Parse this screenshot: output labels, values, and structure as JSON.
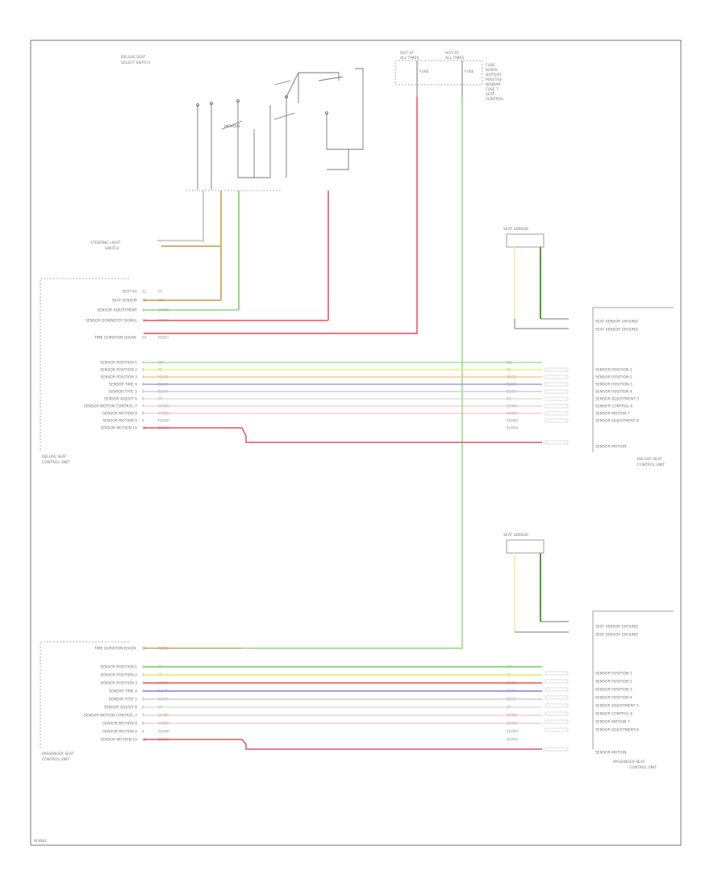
{
  "colors": {
    "green": "#8fdc7a",
    "yellow": "#eeee86",
    "orange": "#f7c98c",
    "blue": "#9d9df5",
    "gray": "#cfcfcf",
    "red": "#f07880",
    "pink": "#f3b6bc",
    "tan": "#d9b06a",
    "dark_green": "#4e9a3b"
  },
  "labels": {
    "top_switch": [
      "DELUXE SEAT",
      "SELECT SWITCH"
    ],
    "mem_switch": "MEMORY",
    "hot_left": [
      "HOT AT",
      "ALL TIMES"
    ],
    "hot_right": [
      "HOT AT",
      "ALL TIMES"
    ],
    "fuse_left": "FUSE",
    "fuse_right": "FUSE",
    "fuse_note": [
      "FUSE",
      "BLOCK",
      "BATTERY",
      "POSITIVE",
      "BUSBAR",
      "FUSE 7",
      "SEAT",
      "CONTROL"
    ],
    "ground_top": "SEAT SENSOR",
    "ground_bottom": "SEAT SENSOR",
    "steering_lamp": [
      "STEERING LIGHT",
      "SWITCH"
    ],
    "ctrl_top_name": [
      "DELUXE SEAT",
      "CONTROL UNIT"
    ],
    "ctrl_bot_name": [
      "PASSENGER SEAT",
      "CONTROL UNIT"
    ],
    "module_top_name": [
      "DELUXE SEAT",
      "CONTROL UNIT"
    ],
    "module_bot_name": [
      "PASSENGER SEAT",
      "CONTROL UNIT"
    ],
    "ground_module_top": "SEAT SENSOR",
    "ground_module_bot": "SEAT SENSOR",
    "footer": "W3682"
  },
  "control_top_pins": [
    {
      "label": "SEAT A1",
      "pin": "22",
      "code": "GY"
    },
    {
      "label": "SEAT SENSOR",
      "pin": "23",
      "code": "WH"
    },
    {
      "label": "SENSOR ADJUSTMENT",
      "pin": "1",
      "code": "GY/WH"
    },
    {
      "label": "SENSOR DOWNSTEP SIGNAL",
      "pin": "14",
      "code": "GY/WH"
    },
    {
      "label": "TIME DURATION DIAGN.",
      "pin": "24",
      "code": "RD/BU"
    },
    {
      "label": "SENSOR POSITION 1",
      "pin": "1",
      "code": "GN"
    },
    {
      "label": "SENSOR POSITION 2",
      "pin": "2",
      "code": "YE"
    },
    {
      "label": "SENSOR POSITION 3",
      "pin": "3",
      "code": "YE/GN"
    },
    {
      "label": "SENSOR TIME 4",
      "pin": "4",
      "code": "BU/GY"
    },
    {
      "label": "SENSOR TYPE 5",
      "pin": "5",
      "code": "BU/GY"
    },
    {
      "label": "SENSOR ADJUST 6",
      "pin": "6",
      "code": "GY"
    },
    {
      "label": "SENSOR MOTION CONTROL 7",
      "pin": "7",
      "code": "GY/WH"
    },
    {
      "label": "SENSOR MOTION 8",
      "pin": "8",
      "code": "GY/WH"
    },
    {
      "label": "SENSOR MOTION 9",
      "pin": "9",
      "code": "RD/WH"
    },
    {
      "label": "SENSOR MOTION 10",
      "pin": "10",
      "code": "BU/WH"
    }
  ],
  "control_bottom_pins": [
    {
      "label": "TIME DURATION DIAGN.",
      "pin": "24",
      "code": "RD/BU"
    },
    {
      "label": "SENSOR POSITION 1",
      "pin": "1",
      "code": "GN"
    },
    {
      "label": "SENSOR POSITION 2",
      "pin": "2",
      "code": "YE"
    },
    {
      "label": "SENSOR POSITION 3",
      "pin": "3",
      "code": "YE/GN"
    },
    {
      "label": "SENSOR TIME 4",
      "pin": "4",
      "code": "BU/GY"
    },
    {
      "label": "SENSOR TYPE 5",
      "pin": "5",
      "code": "BU/GY"
    },
    {
      "label": "SENSOR ADJUST 6",
      "pin": "6",
      "code": "GY"
    },
    {
      "label": "SENSOR MOTION CONTROL 7",
      "pin": "7",
      "code": "GY/WH"
    },
    {
      "label": "SENSOR MOTION 8",
      "pin": "8",
      "code": "GY/WH"
    },
    {
      "label": "SENSOR MOTION 9",
      "pin": "9",
      "code": "RD/WH"
    },
    {
      "label": "SENSOR MOTION 10",
      "pin": "10",
      "code": "BU/WH"
    }
  ],
  "module_pins": [
    "SENSOR POSITION 1",
    "SENSOR POSITION 2",
    "SENSOR POSITION 3",
    "SENSOR POSITION 4",
    "SENSOR ADJUSTMENT 5",
    "SENSOR CONTROL 6",
    "SENSOR MOTION 7",
    "SENSOR ADJUSTMENT 8"
  ],
  "module_ground_labels": [
    "SEAT SENSOR GROUND",
    "SEAT SENSOR GROUND"
  ],
  "module_last_label": "SENSOR MOTION"
}
